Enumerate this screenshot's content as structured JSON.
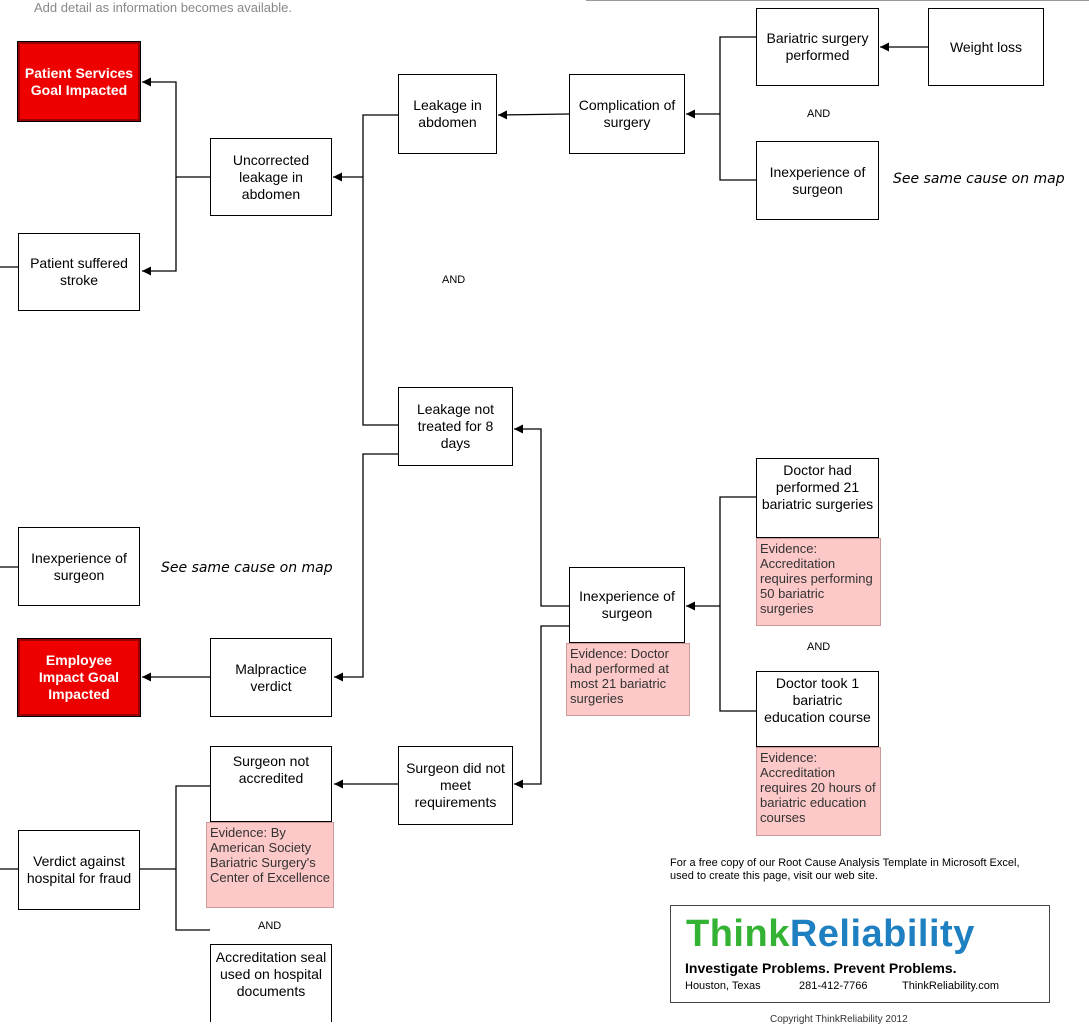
{
  "header": {
    "instructions": "Add detail as information becomes available."
  },
  "goals": {
    "patient_services": "Patient Services Goal Impacted",
    "employee_impact": "Employee Impact Goal Impacted"
  },
  "nodes": {
    "patient_stroke": "Patient suffered stroke",
    "uncorrected_leakage": "Uncorrected leakage in abdomen",
    "leakage_abdomen": "Leakage in abdomen",
    "complication": "Complication of surgery",
    "bariatric_performed": "Bariatric surgery performed",
    "weight_loss": "Weight loss",
    "inexperience_top": "Inexperience of surgeon",
    "leakage_not_treated": "Leakage not treated for 8 days",
    "inexperience_left": "Inexperience of surgeon",
    "inexperience_mid": "Inexperience of surgeon",
    "doctor_21": "Doctor had performed 21 bariatric surgeries",
    "doctor_course": "Doctor took 1 bariatric education course",
    "malpractice": "Malpractice verdict",
    "verdict_fraud": "Verdict against hospital for fraud",
    "surgeon_not_accredited": "Surgeon not accredited",
    "surgeon_requirements": "Surgeon did not meet requirements",
    "accreditation_seal": "Accreditation seal used on hospital documents"
  },
  "evidence": {
    "doctor_21": "Evidence: Accreditation requires performing 50 bariatric surgeries",
    "inexperience_mid": "Evidence: Doctor had performed at most 21 bariatric surgeries",
    "doctor_course": "Evidence: Accreditation requires 20 hours of bariatric education courses",
    "not_accredited": "Evidence: By American Society Bariatric Surgery's Center of Excellence"
  },
  "labels": {
    "and": "AND",
    "see_same": "See same cause on map"
  },
  "footer": {
    "free_copy": "For a free copy of our Root Cause Analysis Template in Microsoft Excel, used to create this page, visit our web site.",
    "logo_think": "Think",
    "logo_reliability": "Reliability",
    "tagline": "Investigate Problems. Prevent Problems.",
    "city": "Houston, Texas",
    "phone": "281-412-7766",
    "website": "ThinkReliability.com",
    "copyright": "Copyright ThinkReliability 2012"
  },
  "colors": {
    "goal_red": "#ee0000",
    "evidence_pink": "#fcc8c8",
    "logo_green": "#34b233",
    "logo_blue": "#1e7fc1"
  }
}
